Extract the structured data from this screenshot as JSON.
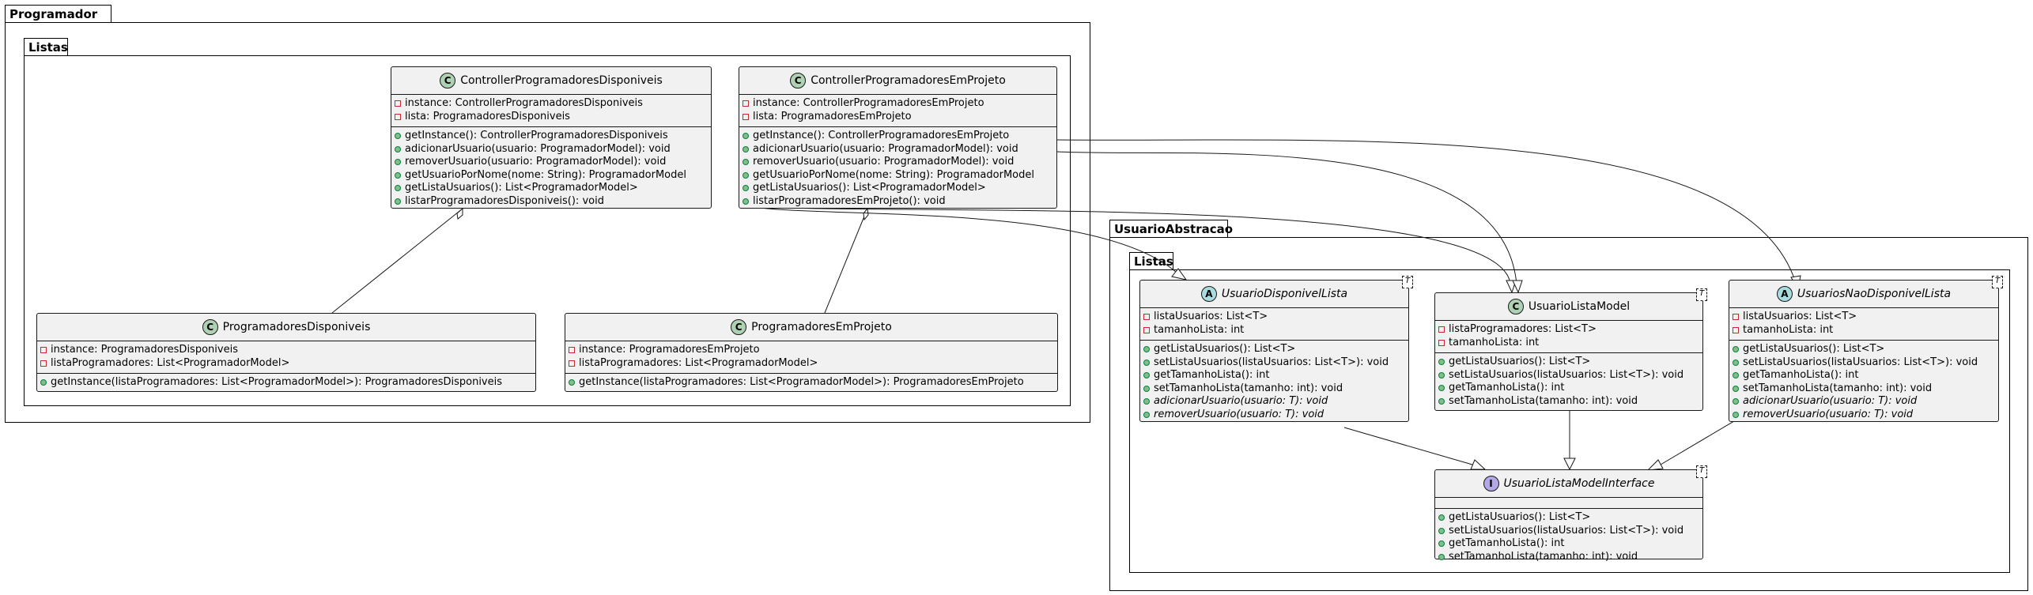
{
  "packages": {
    "programador": {
      "name": "Programador",
      "sub": "Listas"
    },
    "usuario": {
      "name": "UsuarioAbstracao",
      "sub": "Listas"
    }
  },
  "classes": {
    "ctrl_disp": {
      "badge": "C",
      "name": "ControllerProgramadoresDisponiveis",
      "fields": [
        {
          "vis": "private",
          "text": "instance: ControllerProgramadoresDisponiveis"
        },
        {
          "vis": "private",
          "text": "lista: ProgramadoresDisponiveis"
        }
      ],
      "methods": [
        {
          "vis": "public",
          "text": "getInstance(): ControllerProgramadoresDisponiveis"
        },
        {
          "vis": "public",
          "text": "adicionarUsuario(usuario: ProgramadorModel): void"
        },
        {
          "vis": "public",
          "text": "removerUsuario(usuario: ProgramadorModel): void"
        },
        {
          "vis": "public",
          "text": "getUsuarioPorNome(nome: String): ProgramadorModel"
        },
        {
          "vis": "public",
          "text": "getListaUsuarios(): List<ProgramadorModel>"
        },
        {
          "vis": "public",
          "text": "listarProgramadoresDisponiveis(): void"
        }
      ]
    },
    "ctrl_proj": {
      "badge": "C",
      "name": "ControllerProgramadoresEmProjeto",
      "fields": [
        {
          "vis": "private",
          "text": "instance: ControllerProgramadoresEmProjeto"
        },
        {
          "vis": "private",
          "text": "lista: ProgramadoresEmProjeto"
        }
      ],
      "methods": [
        {
          "vis": "public",
          "text": "getInstance(): ControllerProgramadoresEmProjeto"
        },
        {
          "vis": "public",
          "text": "adicionarUsuario(usuario: ProgramadorModel): void"
        },
        {
          "vis": "public",
          "text": "removerUsuario(usuario: ProgramadorModel): void"
        },
        {
          "vis": "public",
          "text": "getUsuarioPorNome(nome: String): ProgramadorModel"
        },
        {
          "vis": "public",
          "text": "getListaUsuarios(): List<ProgramadorModel>"
        },
        {
          "vis": "public",
          "text": "listarProgramadoresEmProjeto(): void"
        }
      ]
    },
    "prog_disp": {
      "badge": "C",
      "name": "ProgramadoresDisponiveis",
      "fields": [
        {
          "vis": "private",
          "text": "instance: ProgramadoresDisponiveis"
        },
        {
          "vis": "private",
          "text": "listaProgramadores: List<ProgramadorModel>"
        }
      ],
      "methods": [
        {
          "vis": "public",
          "text": "getInstance(listaProgramadores: List<ProgramadorModel>): ProgramadoresDisponiveis"
        }
      ]
    },
    "prog_proj": {
      "badge": "C",
      "name": "ProgramadoresEmProjeto",
      "fields": [
        {
          "vis": "private",
          "text": "instance: ProgramadoresEmProjeto"
        },
        {
          "vis": "private",
          "text": "listaProgramadores: List<ProgramadorModel>"
        }
      ],
      "methods": [
        {
          "vis": "public",
          "text": "getInstance(listaProgramadores: List<ProgramadorModel>): ProgramadoresEmProjeto"
        }
      ]
    },
    "usr_disp": {
      "badge": "A",
      "name": "UsuarioDisponivelLista",
      "abstract": true,
      "tparam": "T",
      "fields": [
        {
          "vis": "private",
          "text": "listaUsuarios: List<T>"
        },
        {
          "vis": "private",
          "text": "tamanhoLista: int"
        }
      ],
      "methods": [
        {
          "vis": "public",
          "text": "getListaUsuarios(): List<T>"
        },
        {
          "vis": "public",
          "text": "setListaUsuarios(listaUsuarios: List<T>): void"
        },
        {
          "vis": "public",
          "text": "getTamanhoLista(): int"
        },
        {
          "vis": "public",
          "text": "setTamanhoLista(tamanho: int): void"
        },
        {
          "vis": "public",
          "text": "adicionarUsuario(usuario: T): void",
          "italic": true
        },
        {
          "vis": "public",
          "text": "removerUsuario(usuario: T): void",
          "italic": true
        }
      ]
    },
    "usr_model": {
      "badge": "C",
      "name": "UsuarioListaModel",
      "tparam": "T",
      "fields": [
        {
          "vis": "private",
          "text": "listaProgramadores: List<T>"
        },
        {
          "vis": "private",
          "text": "tamanhoLista: int"
        }
      ],
      "methods": [
        {
          "vis": "public",
          "text": "getListaUsuarios(): List<T>"
        },
        {
          "vis": "public",
          "text": "setListaUsuarios(listaUsuarios: List<T>): void"
        },
        {
          "vis": "public",
          "text": "getTamanhoLista(): int"
        },
        {
          "vis": "public",
          "text": "setTamanhoLista(tamanho: int): void"
        }
      ]
    },
    "usr_nao": {
      "badge": "A",
      "name": "UsuariosNaoDisponivelLista",
      "abstract": true,
      "tparam": "T",
      "fields": [
        {
          "vis": "private",
          "text": "listaUsuarios: List<T>"
        },
        {
          "vis": "private",
          "text": "tamanhoLista: int"
        }
      ],
      "methods": [
        {
          "vis": "public",
          "text": "getListaUsuarios(): List<T>"
        },
        {
          "vis": "public",
          "text": "setListaUsuarios(listaUsuarios: List<T>): void"
        },
        {
          "vis": "public",
          "text": "getTamanhoLista(): int"
        },
        {
          "vis": "public",
          "text": "setTamanhoLista(tamanho: int): void"
        },
        {
          "vis": "public",
          "text": "adicionarUsuario(usuario: T): void",
          "italic": true
        },
        {
          "vis": "public",
          "text": "removerUsuario(usuario: T): void",
          "italic": true
        }
      ]
    },
    "usr_iface": {
      "badge": "I",
      "name": "UsuarioListaModelInterface",
      "abstract": true,
      "tparam": "T",
      "fields": [],
      "methods": [
        {
          "vis": "public",
          "text": "getListaUsuarios(): List<T>"
        },
        {
          "vis": "public",
          "text": "setListaUsuarios(listaUsuarios: List<T>): void"
        },
        {
          "vis": "public",
          "text": "getTamanhoLista(): int"
        },
        {
          "vis": "public",
          "text": "setTamanhoLista(tamanho: int): void"
        }
      ]
    }
  },
  "relations": [
    {
      "from": "ctrl_disp",
      "to": "prog_disp",
      "type": "aggregation"
    },
    {
      "from": "ctrl_proj",
      "to": "prog_proj",
      "type": "aggregation"
    },
    {
      "from": "ctrl_disp",
      "to": "usr_disp",
      "type": "generalization"
    },
    {
      "from": "ctrl_disp",
      "to": "usr_model",
      "type": "generalization"
    },
    {
      "from": "ctrl_proj",
      "to": "usr_model",
      "type": "generalization"
    },
    {
      "from": "ctrl_proj",
      "to": "usr_nao",
      "type": "generalization"
    },
    {
      "from": "usr_disp",
      "to": "usr_iface",
      "type": "generalization"
    },
    {
      "from": "usr_model",
      "to": "usr_iface",
      "type": "generalization"
    },
    {
      "from": "usr_nao",
      "to": "usr_iface",
      "type": "generalization"
    }
  ]
}
